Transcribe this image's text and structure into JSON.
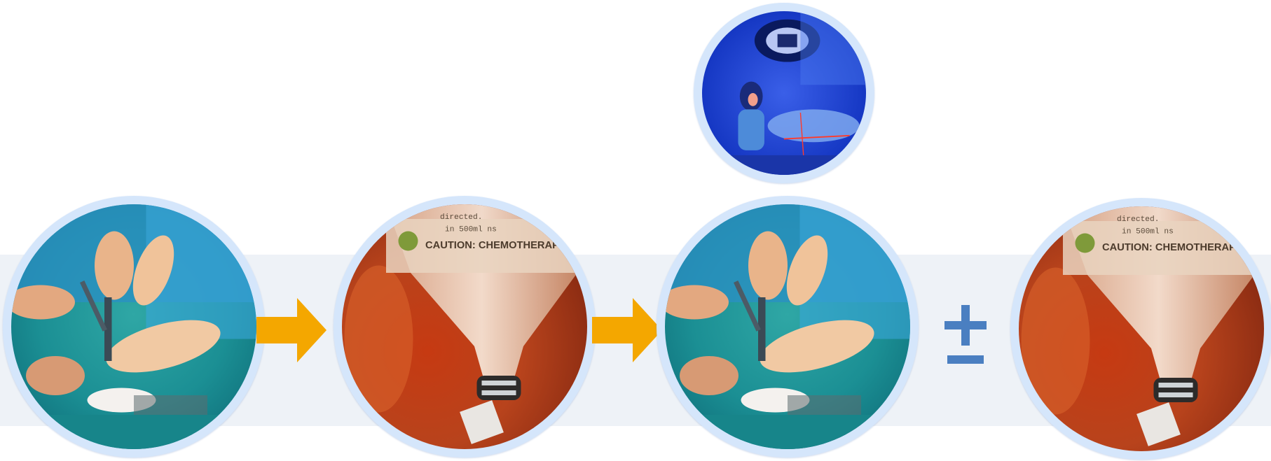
{
  "diagram": {
    "background_color": "#ffffff",
    "band_color": "#eef2f7",
    "ring_color": "#d5e6fb",
    "arrow_color": "#f4a700",
    "operator_color": "#4a7fc1",
    "steps": [
      {
        "image": "surgery-photo"
      },
      {
        "image": "chemotherapy-bag-photo"
      },
      {
        "image": "surgery-photo"
      },
      {
        "image": "chemotherapy-bag-photo"
      }
    ],
    "adjunct": {
      "image": "radiotherapy-photo"
    },
    "connectors": [
      "arrow-right",
      "arrow-right",
      "plus-minus"
    ]
  },
  "photos": {
    "chemo_label": "CAUTION: CHEMOTHERAPY",
    "chemo_line1": "directed.",
    "chemo_line2": "in 500ml ns"
  }
}
